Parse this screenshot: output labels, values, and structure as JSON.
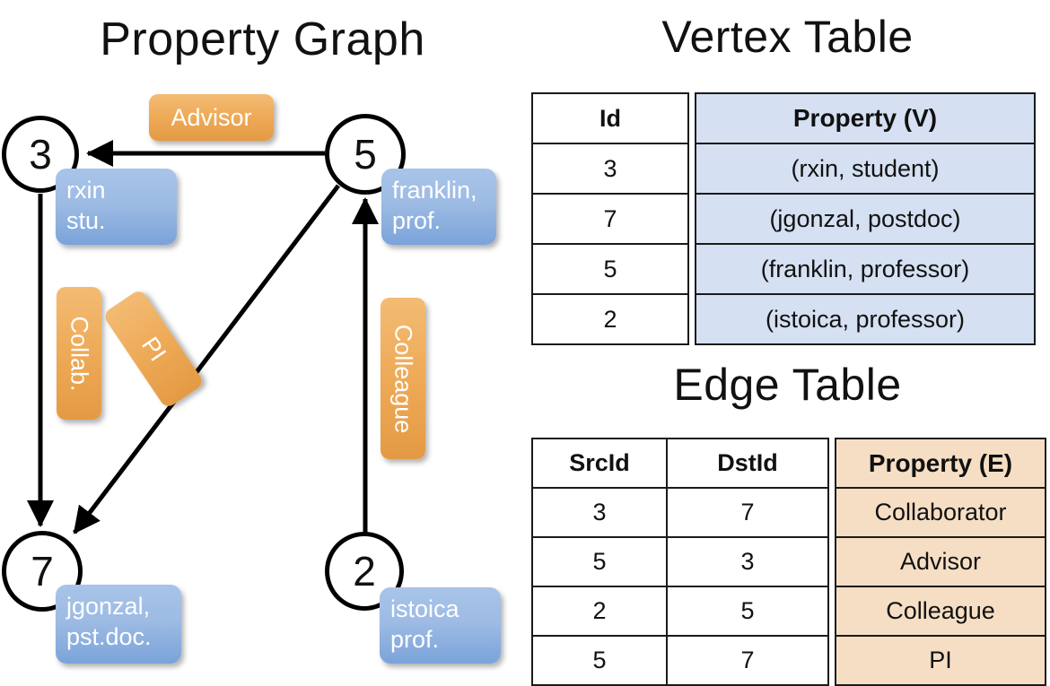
{
  "titles": {
    "property_graph": "Property Graph",
    "vertex_table": "Vertex Table",
    "edge_table": "Edge Table"
  },
  "graph": {
    "nodes": [
      {
        "id": "3",
        "label": "3",
        "property_lines": [
          "rxin",
          "stu."
        ]
      },
      {
        "id": "5",
        "label": "5",
        "property_lines": [
          "franklin,",
          "prof."
        ]
      },
      {
        "id": "7",
        "label": "7",
        "property_lines": [
          "jgonzal,",
          "pst.doc."
        ]
      },
      {
        "id": "2",
        "label": "2",
        "property_lines": [
          "istoica",
          "prof."
        ]
      }
    ],
    "edge_labels": [
      {
        "name": "advisor",
        "text": "Advisor"
      },
      {
        "name": "collab",
        "text": "Collab."
      },
      {
        "name": "pi",
        "text": "PI"
      },
      {
        "name": "colleague",
        "text": "Colleague"
      }
    ]
  },
  "vertex_table": {
    "headers": [
      "Id",
      "Property (V)"
    ],
    "rows": [
      {
        "id": "3",
        "property": "(rxin, student)"
      },
      {
        "id": "7",
        "property": "(jgonzal, postdoc)"
      },
      {
        "id": "5",
        "property": "(franklin, professor)"
      },
      {
        "id": "2",
        "property": "(istoica, professor)"
      }
    ]
  },
  "edge_table": {
    "headers": [
      "SrcId",
      "DstId",
      "Property (E)"
    ],
    "rows": [
      {
        "src": "3",
        "dst": "7",
        "property": "Collaborator"
      },
      {
        "src": "5",
        "dst": "3",
        "property": "Advisor"
      },
      {
        "src": "2",
        "dst": "5",
        "property": "Colleague"
      },
      {
        "src": "5",
        "dst": "7",
        "property": "PI"
      }
    ]
  },
  "colors": {
    "vertex_property_fill": "#d5e0f2",
    "edge_property_fill": "#f6dec4",
    "node_box_blue": "#7ba3da",
    "edge_label_orange": "#eeaa57",
    "stroke": "#000000"
  }
}
